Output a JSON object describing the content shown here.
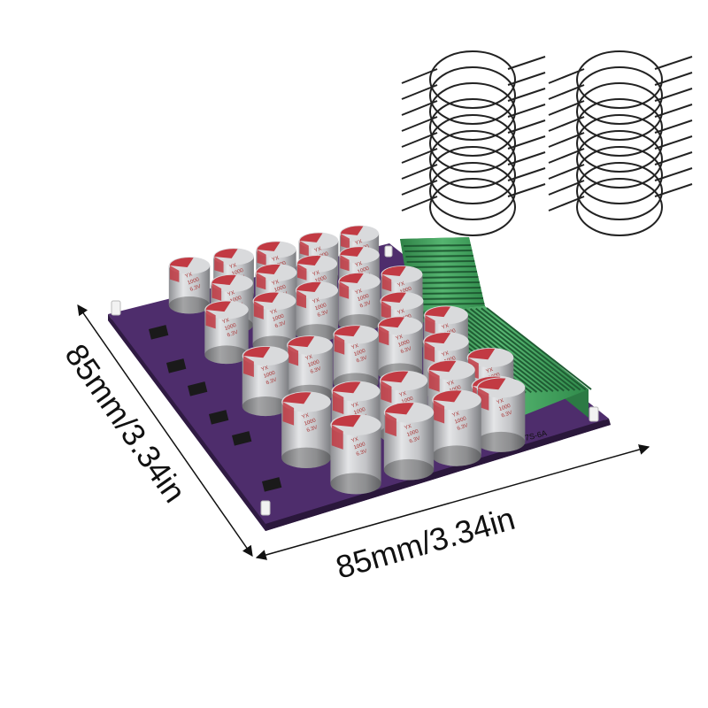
{
  "product": {
    "board_marking": "7S-6A",
    "cap_markings": [
      "YX",
      "1000",
      "6.3V"
    ]
  },
  "dimensions": {
    "width_label": "85mm/3.34in",
    "depth_label": "85mm/3.34in"
  },
  "colors": {
    "background": "#ffffff",
    "pcb": "#4a2b66",
    "terminal": "#3fa05a",
    "cap_body": "#c9cacc",
    "cap_top": "#c23a43",
    "wire": "#222222"
  },
  "accessories": {
    "wire_coils": 2
  }
}
